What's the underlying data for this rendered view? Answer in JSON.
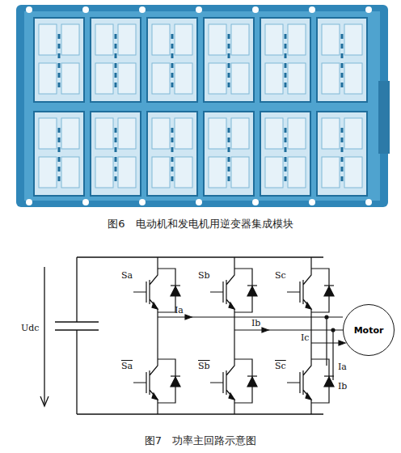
{
  "diagram": {
    "nodes": [
      {
        "text": [
          "Motor"
        ]
      }
    ],
    "labels": [
      "图6　电动机和发电机用逆变器集成模块",
      "Udc",
      "Sa",
      "Sb",
      "Sc",
      "Ia",
      "Ib",
      "Ic",
      "Sa",
      "Sb",
      "Sc",
      "Ia",
      "Ib",
      "图7　功率主回路示意图"
    ]
  }
}
